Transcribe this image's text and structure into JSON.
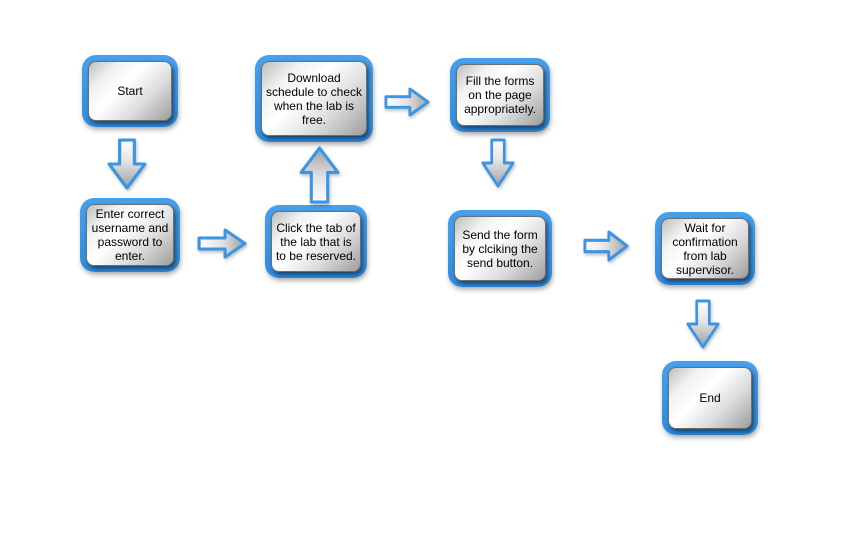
{
  "page": {
    "background": "#ffffff"
  },
  "palette": {
    "frame_blue": "#3b95e6",
    "inner_border_gray": "#6e6e6e",
    "fill_light": "#ffffff",
    "fill_dark": "#9d9d9d",
    "text_color": "#000000"
  },
  "flowchart": {
    "nodes": [
      {
        "id": "start",
        "label": "Start"
      },
      {
        "id": "enter-credentials",
        "label": "Enter correct username and password to enter."
      },
      {
        "id": "click-tab",
        "label": "Click the tab of the lab that is to be reserved."
      },
      {
        "id": "download-schedule",
        "label": "Download schedule to check when the lab is free."
      },
      {
        "id": "fill-forms",
        "label": "Fill the forms on the page appropriately."
      },
      {
        "id": "send-form",
        "label": "Send the form by clciking the send button."
      },
      {
        "id": "wait-confirmation",
        "label": "Wait for confirmation from lab supervisor."
      },
      {
        "id": "end",
        "label": "End"
      }
    ],
    "connections": [
      {
        "from": "start",
        "to": "enter-credentials",
        "direction": "down",
        "icon": "arrow-down-icon"
      },
      {
        "from": "enter-credentials",
        "to": "click-tab",
        "direction": "right",
        "icon": "arrow-right-icon"
      },
      {
        "from": "click-tab",
        "to": "download-schedule",
        "direction": "up",
        "icon": "arrow-up-icon"
      },
      {
        "from": "download-schedule",
        "to": "fill-forms",
        "direction": "right",
        "icon": "arrow-right-icon"
      },
      {
        "from": "fill-forms",
        "to": "send-form",
        "direction": "down",
        "icon": "arrow-down-icon"
      },
      {
        "from": "send-form",
        "to": "wait-confirmation",
        "direction": "right",
        "icon": "arrow-right-icon"
      },
      {
        "from": "wait-confirmation",
        "to": "end",
        "direction": "down",
        "icon": "arrow-down-icon"
      }
    ]
  }
}
